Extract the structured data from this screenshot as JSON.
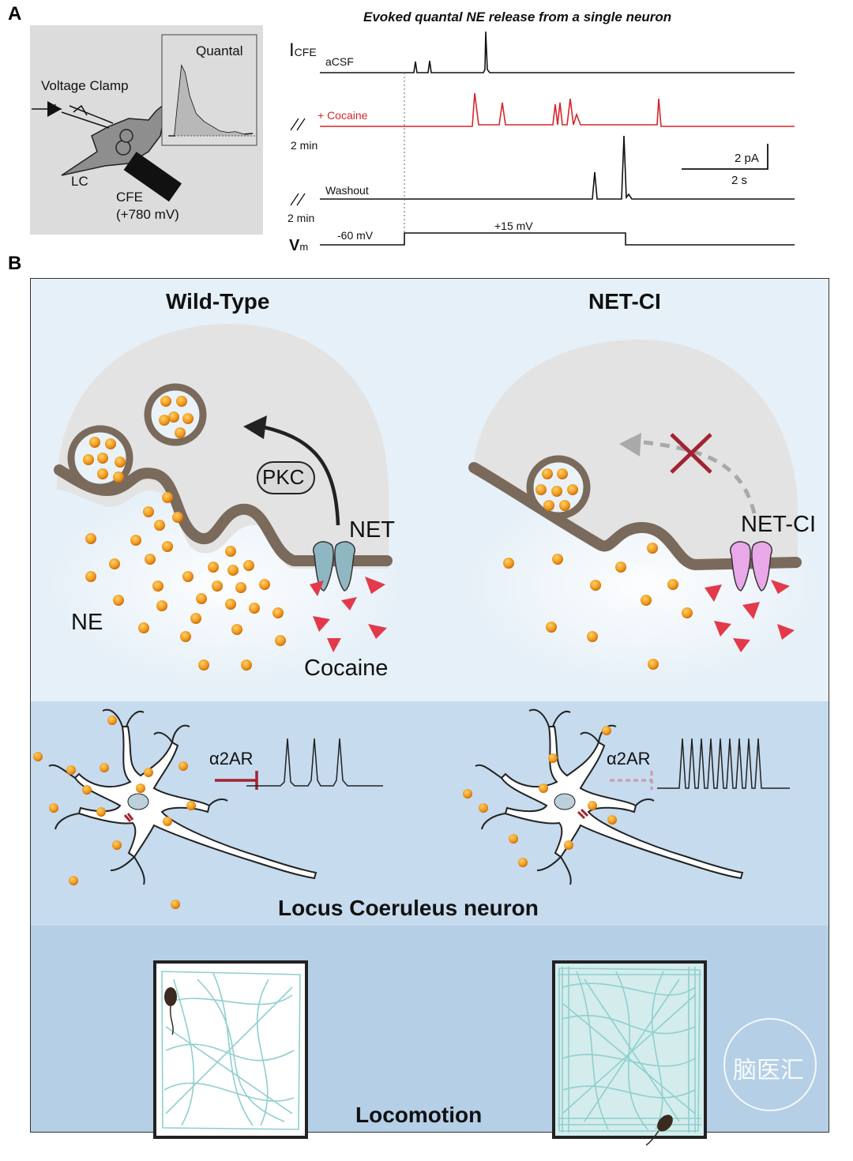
{
  "panel_a": {
    "letter": "A",
    "cell_diagram": {
      "voltage_clamp": "Voltage Clamp",
      "lc": "LC",
      "cfe": "CFE",
      "cfe_potential": "(+780 mV)",
      "inset_label": "Quantal"
    },
    "traces": {
      "title": "Evoked quantal NE release from a single neuron",
      "current_label_main": "I",
      "current_label_sub": "CFE",
      "rows": [
        {
          "label": "aCSF",
          "color": "#111111"
        },
        {
          "label": "+ Cocaine",
          "color": "#d6262b",
          "gap": "2 min"
        },
        {
          "label": "Washout",
          "color": "#111111",
          "gap": "2 min"
        }
      ],
      "scale_current": "2 pA",
      "scale_time": "2 s",
      "vm_label_main": "V",
      "vm_label_sub": "m",
      "vm_hold": "-60 mV",
      "vm_step": "+15 mV"
    }
  },
  "panel_b": {
    "letter": "B",
    "wild_type_title": "Wild-Type",
    "net_ci_title": "NET-CI",
    "pkc": "PKC",
    "net": "NET",
    "net_ci_label": "NET-CI",
    "ne": "NE",
    "cocaine": "Cocaine",
    "alpha_label_left": "α2AR",
    "alpha_label_right": "α2AR",
    "neuron_title": "Locus Coeruleus neuron",
    "locomotion_title": "Locomotion",
    "watermark": "脑医汇"
  },
  "colors": {
    "band_top": "#e6f0f8",
    "band_mid": "#c6dbed",
    "band_bottom": "#b4cfe6",
    "membrane": "#7a6a5c",
    "ne_orange": "#f0a21e",
    "cocaine_red": "#e23a4a",
    "net_teal": "#8fb7c2",
    "net_ci_pink": "#e9a9e8",
    "inhibit_red": "#a32333",
    "track": "#8fcfcf"
  }
}
